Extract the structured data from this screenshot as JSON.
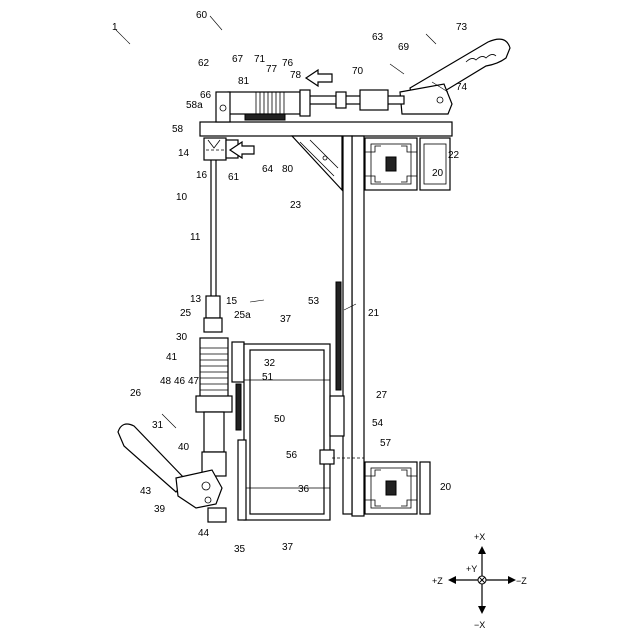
{
  "figure": {
    "labels": {
      "n1": "1",
      "n60": "60",
      "n63": "63",
      "n69": "69",
      "n73": "73",
      "n62": "62",
      "n67": "67",
      "n71": "71",
      "n77": "77",
      "n76": "76",
      "n78": "78",
      "n70": "70",
      "n74": "74",
      "n66": "66",
      "n81": "81",
      "n58a": "58a",
      "n58": "58",
      "n14": "14",
      "n16": "16",
      "n61": "61",
      "n64": "64",
      "n80": "80",
      "n22": "22",
      "n20a": "20",
      "n23": "23",
      "n10": "10",
      "n11": "11",
      "n13": "13",
      "n25": "25",
      "n15": "15",
      "n25a": "25a",
      "n37a": "37",
      "n30": "30",
      "n53": "53",
      "n21": "21",
      "n41": "41",
      "n32": "32",
      "n51": "51",
      "n48": "48",
      "n46": "46",
      "n47": "47",
      "n26": "26",
      "n50": "50",
      "n27": "27",
      "n54": "54",
      "n31": "31",
      "n40": "40",
      "n57": "57",
      "n56": "56",
      "n43": "43",
      "n36": "36",
      "n20b": "20",
      "n39": "39",
      "n44": "44",
      "n35": "35",
      "n37b": "37"
    },
    "axes": {
      "plus_x": "+X",
      "minus_x": "−X",
      "plus_z": "+Z",
      "minus_z": "−Z",
      "plus_y": "+Y"
    }
  }
}
